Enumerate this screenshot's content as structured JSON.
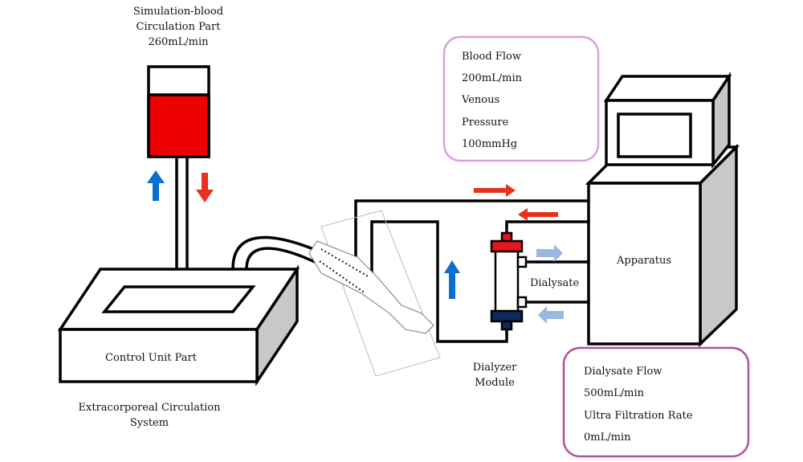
{
  "labels": {
    "sim_line1": "Simulation-blood",
    "sim_line2": "Circulation Part",
    "sim_line3": "260mL/min",
    "control_unit": "Control Unit Part",
    "extra_line1": "Extracorporeal Circulation",
    "extra_line2": "System",
    "dialysate": "Dialysate",
    "dialyzer_line1": "Dialyzer",
    "dialyzer_line2": "Module",
    "apparatus": "Apparatus"
  },
  "blood_box": {
    "lines": [
      "Blood Flow",
      "200mL/min",
      "Venous",
      "Pressure",
      "100mmHg"
    ]
  },
  "dialysate_box": {
    "lines": [
      "Dialysate Flow",
      "500mL/min",
      "Ultra Filtration Rate",
      "0mL/min"
    ]
  },
  "colors": {
    "blood_red": "#ee0000",
    "arrow_red": "#e8321e",
    "arrow_blue": "#0a6fd0",
    "arrow_lightblue": "#9bb8e0",
    "dialyzer_cap_top": "#e8141e",
    "dialyzer_cap_bottom": "#0f2a5a",
    "side_gray": "#c8c8c8",
    "box_pink_light": "#d9a0dc",
    "box_pink_dark": "#b4509c"
  }
}
